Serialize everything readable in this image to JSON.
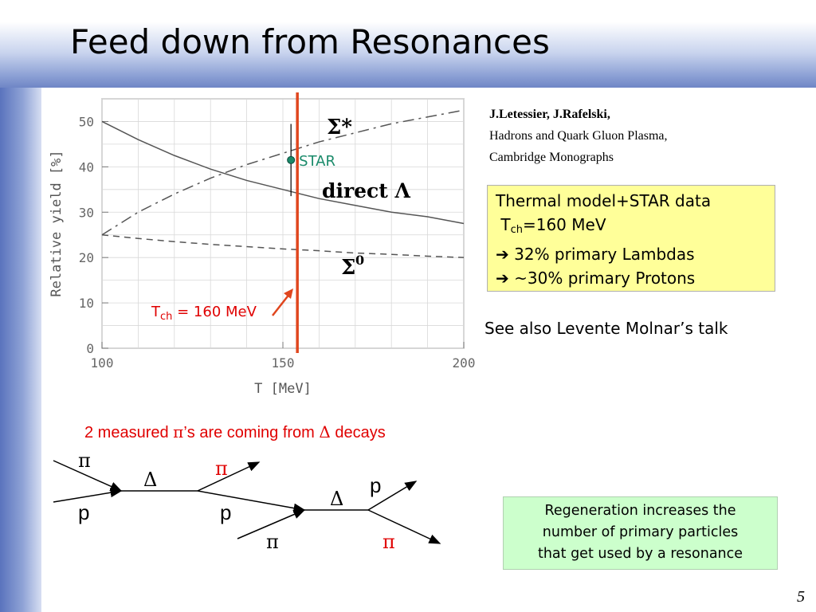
{
  "slide": {
    "title": "Feed down from Resonances",
    "page_number": "5"
  },
  "reference": {
    "authors": "J.Letessier, J.Rafelski,",
    "book": "Hadrons and Quark Gluon Plasma,",
    "publisher": "Cambridge Monographs"
  },
  "thermal_box": {
    "line1": "Thermal model+STAR data",
    "line2_T": "T",
    "line2_sub": "ch",
    "line2_rest": "=160 MeV",
    "line3": "32% primary Lambdas",
    "line4": "~30% primary Protons",
    "arrow": "➔"
  },
  "see_also": "See also Levente Molnar’s talk",
  "measured": {
    "pre": "2 measured ",
    "pi": "π",
    "mid": "’s are coming from  ",
    "delta": "Δ",
    "post": " decays"
  },
  "regeneration_box": {
    "line1": "Regeneration increases the",
    "line2": "number of primary particles",
    "line3": "that get used by a resonance"
  },
  "diagram": {
    "pi_in": "π",
    "p_in": "p",
    "delta1": "Δ",
    "pi_out1": "π",
    "p_mid": "p",
    "pi_in2": "π",
    "delta2": "Δ",
    "p_out2": "p",
    "pi_out2": "π"
  },
  "chart_data": {
    "type": "line",
    "xlabel": "T [MeV]",
    "ylabel": "Relative yield [%]",
    "xlim": [
      100,
      200
    ],
    "ylim": [
      0,
      55
    ],
    "xticks": [
      100,
      150,
      200
    ],
    "yticks": [
      0,
      10,
      20,
      30,
      40,
      50
    ],
    "grid": true,
    "series": [
      {
        "name": "Σ*",
        "style": "dash-dot",
        "x": [
          100,
          110,
          120,
          130,
          140,
          150,
          160,
          170,
          180,
          190,
          200
        ],
        "y": [
          25,
          30,
          34,
          37.5,
          40.5,
          43,
          45.5,
          47.5,
          49.5,
          51,
          52.5
        ]
      },
      {
        "name": "direct Λ",
        "style": "solid",
        "x": [
          100,
          110,
          120,
          130,
          140,
          150,
          160,
          170,
          180,
          190,
          200
        ],
        "y": [
          50,
          46,
          42.5,
          39.5,
          37,
          35,
          33,
          31.5,
          30,
          29,
          27.5
        ]
      },
      {
        "name": "Σ0",
        "style": "dashed",
        "x": [
          100,
          110,
          120,
          130,
          140,
          150,
          160,
          170,
          180,
          190,
          200
        ],
        "y": [
          25,
          24.2,
          23.5,
          22.9,
          22.4,
          21.9,
          21.5,
          21,
          20.7,
          20.3,
          20
        ]
      }
    ],
    "annotations": {
      "star_label": "STAR",
      "star_point": {
        "x": 154,
        "y": 41.5,
        "err_low": 36,
        "err_high": 47
      },
      "tch_line_x": 154,
      "tch_label_T": "T",
      "tch_label_sub": "ch",
      "tch_label_rest": " = 160 MeV",
      "sigma_star_label": "Σ*",
      "direct_lambda_label": "direct Λ",
      "sigma0_label": "Σ",
      "sigma0_sup": "0"
    },
    "colors": {
      "tch_line": "#e0461e",
      "star_point": "#1a8a6a",
      "curves": "#555555"
    }
  }
}
